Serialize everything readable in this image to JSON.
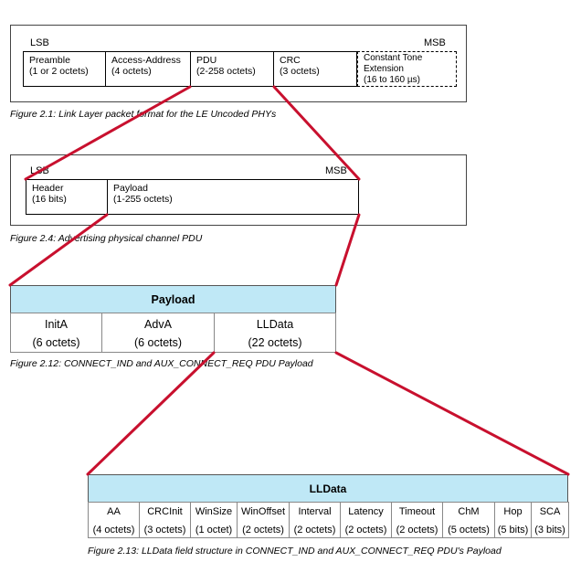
{
  "fig1": {
    "lsb": "LSB",
    "msb": "MSB",
    "fields": [
      {
        "name": "Preamble",
        "size": "(1 or 2 octets)"
      },
      {
        "name": "Access-Address",
        "size": "(4 octets)"
      },
      {
        "name": "PDU",
        "size": "(2-258 octets)"
      },
      {
        "name": "CRC",
        "size": "(3 octets)"
      }
    ],
    "cte": {
      "line1": "Constant Tone",
      "line2": "Extension",
      "line3": "(16 to 160 µs)"
    },
    "caption": "Figure 2.1:  Link Layer packet format for the LE Uncoded PHYs"
  },
  "fig2": {
    "lsb": "LSB",
    "msb": "MSB",
    "fields": [
      {
        "name": "Header",
        "size": "(16 bits)"
      },
      {
        "name": "Payload",
        "size": "(1-255 octets)"
      }
    ],
    "caption": "Figure 2.4:  Advertising physical channel PDU"
  },
  "fig3": {
    "title": "Payload",
    "fields": [
      {
        "name": "InitA",
        "size": "(6 octets)"
      },
      {
        "name": "AdvA",
        "size": "(6 octets)"
      },
      {
        "name": "LLData",
        "size": "(22 octets)"
      }
    ],
    "caption": "Figure 2.12:   CONNECT_IND and AUX_CONNECT_REQ PDU Payload"
  },
  "fig4": {
    "title": "LLData",
    "fields": [
      {
        "name": "AA",
        "size": "(4 octets)"
      },
      {
        "name": "CRCInit",
        "size": "(3 octets)"
      },
      {
        "name": "WinSize",
        "size": "(1 octet)"
      },
      {
        "name": "WinOffset",
        "size": "(2 octets)"
      },
      {
        "name": "Interval",
        "size": "(2 octets)"
      },
      {
        "name": "Latency",
        "size": "(2 octets)"
      },
      {
        "name": "Timeout",
        "size": "(2 octets)"
      },
      {
        "name": "ChM",
        "size": "(5 octets)"
      },
      {
        "name": "Hop",
        "size": "(5 bits)"
      },
      {
        "name": "SCA",
        "size": "(3 bits)"
      }
    ],
    "caption": "Figure 2.13:  LLData field structure in CONNECT_IND and AUX_CONNECT_REQ PDU's Payload"
  },
  "colors": {
    "connector": "#c8102e",
    "header_fill": "#bfe8f6"
  }
}
